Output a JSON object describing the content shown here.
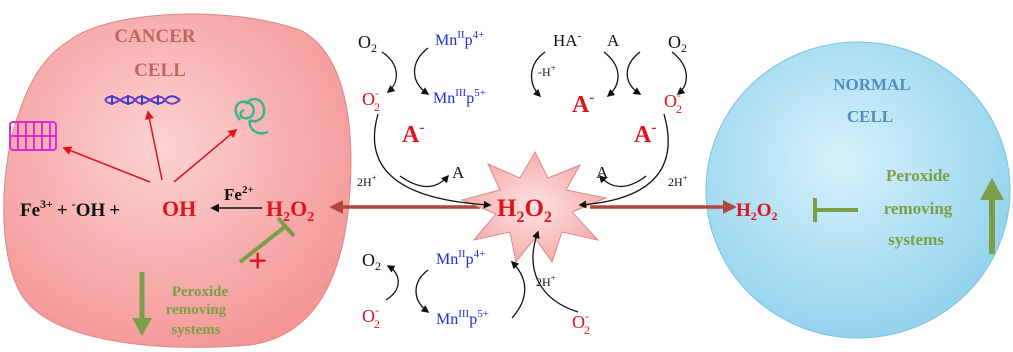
{
  "cancer_cell": {
    "title_line1": "CANCER",
    "title_line2": "CELL",
    "fe3": "Fe",
    "fe3_sup": "3+",
    "plus1": "+",
    "oh_minus_sup": "-",
    "oh_minus": "OH",
    "plus2": "+",
    "oh_radical": "OH",
    "fe2": "Fe",
    "fe2_sup": "2+",
    "h2o2_h": "H",
    "h2o2_2a": "2",
    "h2o2_o": "O",
    "h2o2_2b": "2",
    "peroxide_line1": "Peroxide",
    "peroxide_line2": "removing",
    "peroxide_line3": "systems",
    "plus_mark": "+"
  },
  "normal_cell": {
    "title_line1": "NORMAL",
    "title_line2": "CELL",
    "h2o2_h": "H",
    "h2o2_2a": "2",
    "h2o2_o": "O",
    "h2o2_2b": "2",
    "peroxide_line1": "Peroxide",
    "peroxide_line2": "removing",
    "peroxide_line3": "systems"
  },
  "center": {
    "h2o2_h": "H",
    "h2o2_2a": "2",
    "h2o2_o": "O",
    "h2o2_2b": "2"
  },
  "top_cycle": {
    "o2_left": "O",
    "o2_left_sub": "2",
    "mn_ii": "Mn",
    "mn_ii_sup": "II",
    "mn_ii_p": "p",
    "mn_ii_charge": "4+",
    "o2_minus_left": "O",
    "o2_minus_left_sub": "2",
    "o2_minus_left_sup": "-",
    "mn_iii": "Mn",
    "mn_iii_sup": "III",
    "mn_iii_p": "p",
    "mn_iii_charge": "5+",
    "ha": "HA",
    "ha_sup": "-",
    "a_top": "A",
    "o2_right": "O",
    "o2_right_sub": "2",
    "minus_h": "-H",
    "minus_h_sup": "+",
    "a_minus_mid": "A",
    "a_minus_mid_sup": "-",
    "o2_minus_right": "O",
    "o2_minus_right_sub": "2",
    "o2_minus_right_sup": "-",
    "a_minus_left": "A",
    "a_minus_left_sup": "-",
    "a_minus_right": "A",
    "a_minus_right_sup": "-",
    "two_h_left": "2H",
    "two_h_left_sup": "+",
    "a_left": "A",
    "a_right": "A",
    "two_h_right": "2H",
    "two_h_right_sup": "+"
  },
  "bottom_cycle": {
    "o2": "O",
    "o2_sub": "2",
    "mn_ii": "Mn",
    "mn_ii_sup": "II",
    "mn_ii_p": "p",
    "mn_ii_charge": "4+",
    "two_h": "2H",
    "two_h_sup": "+",
    "o2_minus_left": "O",
    "o2_minus_left_sub": "2",
    "o2_minus_left_sup": "-",
    "mn_iii": "Mn",
    "mn_iii_sup": "III",
    "mn_iii_p": "p",
    "mn_iii_charge": "5+",
    "o2_minus_right": "O",
    "o2_minus_right_sub": "2",
    "o2_minus_right_sup": "-"
  },
  "colors": {
    "cancer_fill": "#f7a4a4",
    "normal_fill": "#a8dcef",
    "red_text": "#e0141b",
    "blue_text": "#1d2fd6",
    "green": "#7c9e46",
    "dark_red_arrow": "#b0473f",
    "magenta_icon": "#e528d6"
  },
  "icons": [
    "membrane-icon",
    "dna-icon",
    "protein-icon"
  ]
}
